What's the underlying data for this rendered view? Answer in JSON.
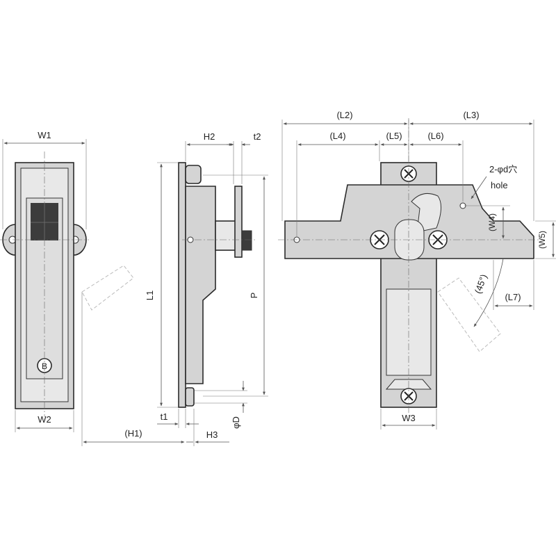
{
  "colors": {
    "body_fill": "#d4d4d4",
    "light_fill": "#e8e8e8",
    "dark_fill": "#3c3c3c",
    "outline": "#2a2a2a",
    "dimension": "#555555"
  },
  "front_view": {
    "W1": "W1",
    "W2": "W2"
  },
  "side_view": {
    "H2": "H2",
    "t2": "t2",
    "L1": "L1",
    "P": "P",
    "t1": "t1",
    "H1": "(H1)",
    "H3": "H3",
    "phiD": "φD"
  },
  "back_view": {
    "L2": "(L2)",
    "L3": "(L3)",
    "L4": "(L4)",
    "L5": "(L5)",
    "L6": "(L6)",
    "L7": "(L7)",
    "W3": "W3",
    "W4": "(W4)",
    "W5": "(W5)",
    "angle": "(45°)",
    "hole_note": "2-φd穴",
    "hole_note_en": "hole"
  },
  "icons": {
    "lock_symbol": "B"
  }
}
